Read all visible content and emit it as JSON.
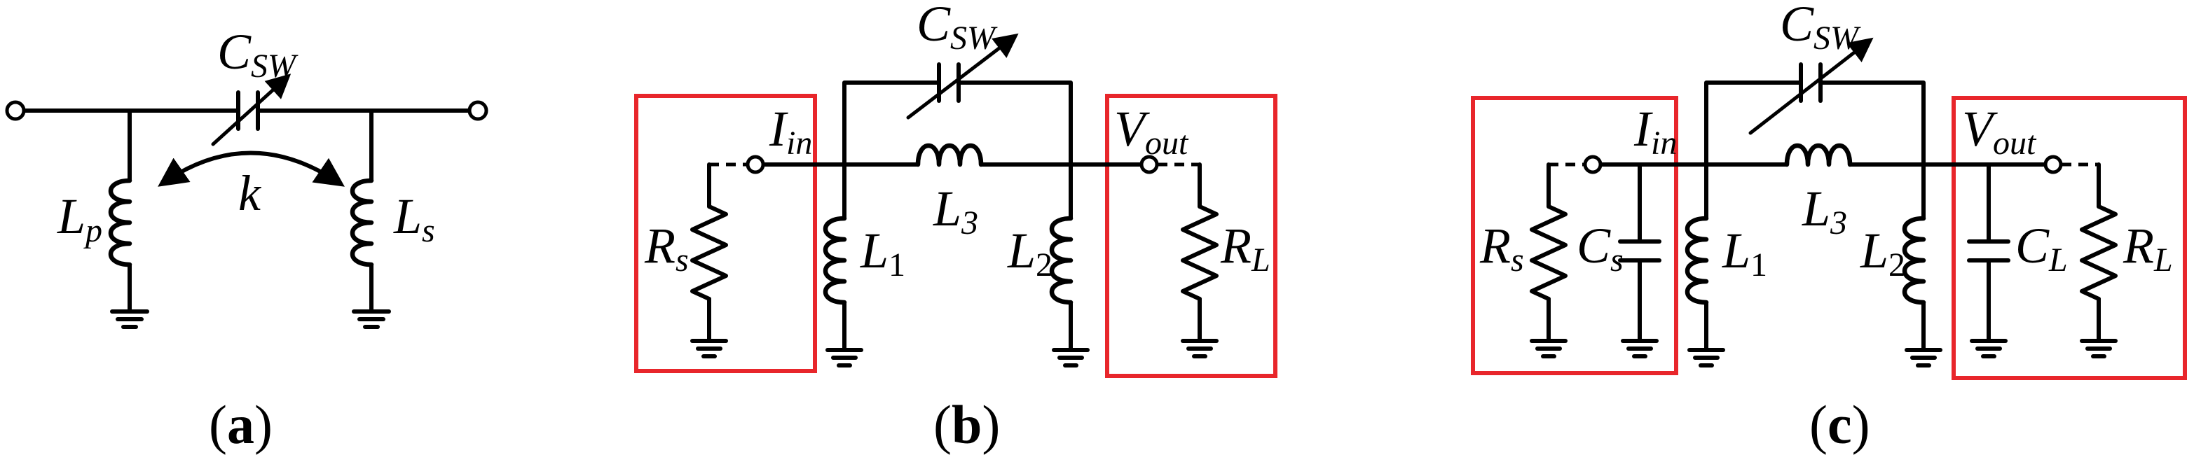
{
  "panels": {
    "a": {
      "caption": "a",
      "labels": {
        "csw_main": "C",
        "csw_sub": "SW",
        "lp_main": "L",
        "lp_sub": "p",
        "ls_main": "L",
        "ls_sub": "s",
        "k": "k"
      }
    },
    "b": {
      "caption": "b",
      "labels": {
        "csw_main": "C",
        "csw_sub": "SW",
        "iin_main": "I",
        "iin_sub": "in",
        "vout_main": "V",
        "vout_sub": "out",
        "l1_main": "L",
        "l1_sub": "1",
        "l2_main": "L",
        "l2_sub": "2",
        "l3_main": "L",
        "l3_sub": "3",
        "rs_main": "R",
        "rs_sub": "s",
        "rl_main": "R",
        "rl_sub": "L"
      }
    },
    "c": {
      "caption": "c",
      "labels": {
        "csw_main": "C",
        "csw_sub": "SW",
        "iin_main": "I",
        "iin_sub": "in",
        "vout_main": "V",
        "vout_sub": "out",
        "l1_main": "L",
        "l1_sub": "1",
        "l2_main": "L",
        "l2_sub": "2",
        "l3_main": "L",
        "l3_sub": "3",
        "rs_main": "R",
        "rs_sub": "s",
        "cs_main": "C",
        "cs_sub": "s",
        "cl_main": "C",
        "cl_sub": "L",
        "rl_main": "R",
        "rl_sub": "L"
      }
    }
  },
  "colors": {
    "wire": "#000000",
    "highlight_box": "#e8262b"
  }
}
